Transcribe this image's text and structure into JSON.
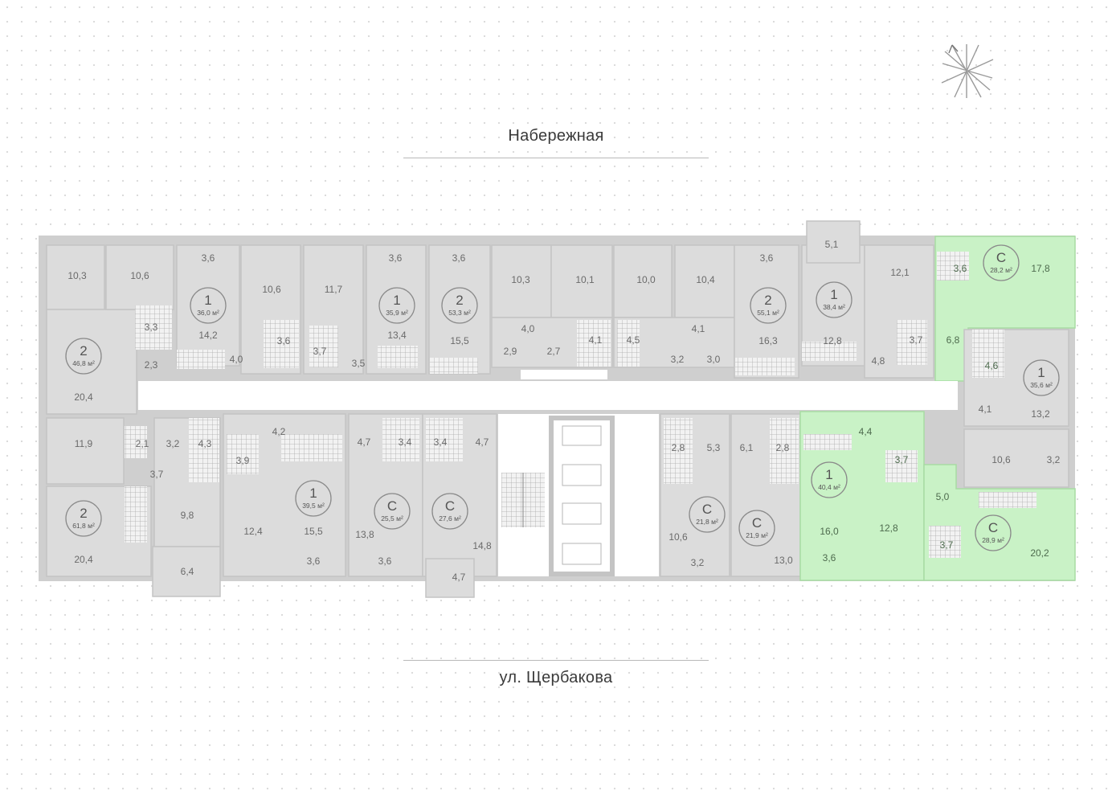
{
  "streets": {
    "top": "Набережная",
    "bottom": "ул. Щербакова"
  },
  "colors": {
    "available": "#c9f2c6",
    "unit": "#dcdcdc",
    "wall": "#cfcfcf"
  },
  "compass": {
    "icon": "compass-rose-icon"
  },
  "apartments": [
    {
      "rooms": "2",
      "area": "46,8 м²"
    },
    {
      "rooms": "1",
      "area": "36,0 м²"
    },
    {
      "rooms": "1",
      "area": "35,9 м²"
    },
    {
      "rooms": "2",
      "area": "53,3 м²"
    },
    {
      "rooms": "2",
      "area": "55,1 м²"
    },
    {
      "rooms": "1",
      "area": "38,4 м²"
    },
    {
      "rooms": "С",
      "area": "28,2 м²",
      "available": true
    },
    {
      "rooms": "1",
      "area": "35,6 м²"
    },
    {
      "rooms": "2",
      "area": "61,8 м²"
    },
    {
      "rooms": "1",
      "area": "39,5 м²"
    },
    {
      "rooms": "С",
      "area": "25,5 м²"
    },
    {
      "rooms": "С",
      "area": "27,6 м²"
    },
    {
      "rooms": "С",
      "area": "21,8 м²"
    },
    {
      "rooms": "С",
      "area": "21,9 м²"
    },
    {
      "rooms": "1",
      "area": "40,4 м²",
      "available": true
    },
    {
      "rooms": "С",
      "area": "28,9 м²",
      "available": true
    }
  ],
  "room_areas": [
    "10,3",
    "10,6",
    "3,6",
    "10,6",
    "11,7",
    "3,6",
    "3,6",
    "10,3",
    "10,1",
    "10,0",
    "10,4",
    "3,6",
    "5,1",
    "12,1",
    "3,6",
    "17,8",
    "3,3",
    "14,2",
    "3,6",
    "4,0",
    "3,7",
    "13,4",
    "3,5",
    "15,5",
    "4,0",
    "2,9",
    "2,7",
    "4,1",
    "4,5",
    "4,1",
    "3,2",
    "3,0",
    "16,3",
    "12,8",
    "4,8",
    "3,7",
    "6,8",
    "2,3",
    "20,4",
    "4,6",
    "4,1",
    "13,2",
    "11,9",
    "2,1",
    "3,2",
    "4,3",
    "3,7",
    "3,9",
    "4,2",
    "4,7",
    "3,4",
    "3,4",
    "4,7",
    "2,8",
    "5,3",
    "6,1",
    "2,8",
    "4,4",
    "3,7",
    "10,6",
    "3,2",
    "5,0",
    "9,8",
    "12,4",
    "15,5",
    "13,8",
    "14,8",
    "10,6",
    "16,0",
    "12,8",
    "13,0",
    "20,4",
    "6,4",
    "3,6",
    "3,6",
    "4,7",
    "3,2",
    "3,6",
    "3,7",
    "20,2"
  ]
}
